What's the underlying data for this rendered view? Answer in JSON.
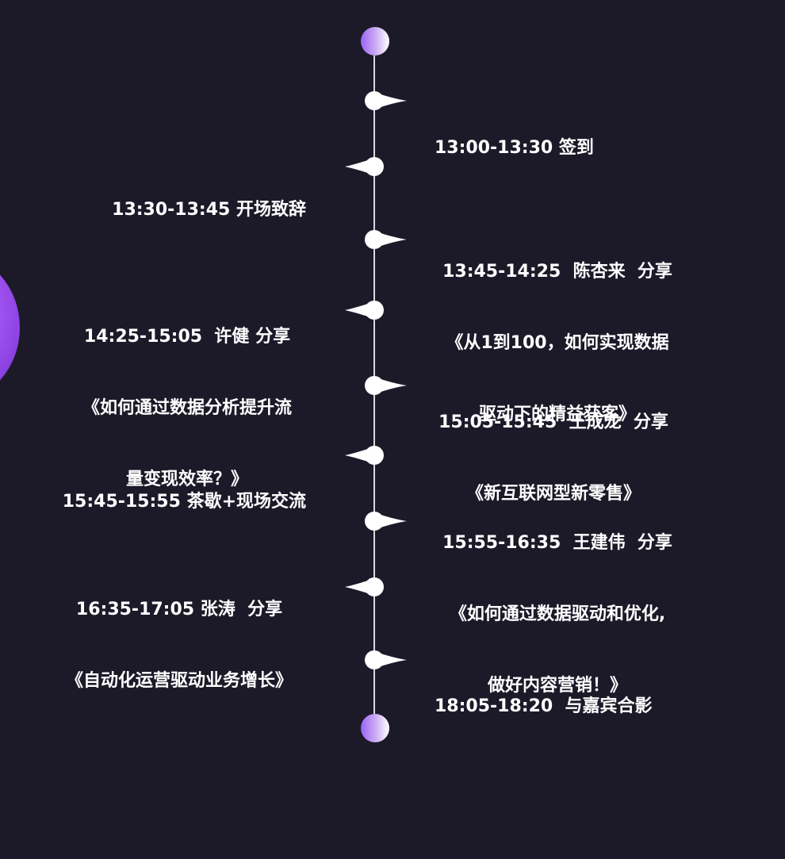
{
  "timeline": {
    "events": [
      {
        "side": "right",
        "lines": [
          "13:00-13:30 签到"
        ]
      },
      {
        "side": "left",
        "lines": [
          "13:30-13:45 开场致辞"
        ]
      },
      {
        "side": "right",
        "lines": [
          "13:45-14:25  陈杏来  分享",
          "《从1到100，如何实现数据",
          "驱动下的精益获客》"
        ]
      },
      {
        "side": "left",
        "lines": [
          "14:25-15:05  许健 分享",
          "《如何通过数据分析提升流",
          "量变现效率？》"
        ]
      },
      {
        "side": "right",
        "lines": [
          "15:05-15:45  王成龙  分享",
          "《新互联网型新零售》"
        ]
      },
      {
        "side": "left",
        "lines": [
          "15:45-15:55 茶歇+现场交流"
        ]
      },
      {
        "side": "right",
        "lines": [
          "15:55-16:35  王建伟  分享",
          "《如何通过数据驱动和优化,",
          "做好内容营销！》"
        ]
      },
      {
        "side": "left",
        "lines": [
          "16:35-17:05 张涛  分享",
          "《自动化运营驱动业务增长》"
        ]
      },
      {
        "side": "right",
        "lines": [
          "18:05-18:20  与嘉宾合影"
        ]
      }
    ]
  },
  "colors": {
    "background": "#1c1a29",
    "text": "#ffffff",
    "accent": "#a85cf6"
  }
}
